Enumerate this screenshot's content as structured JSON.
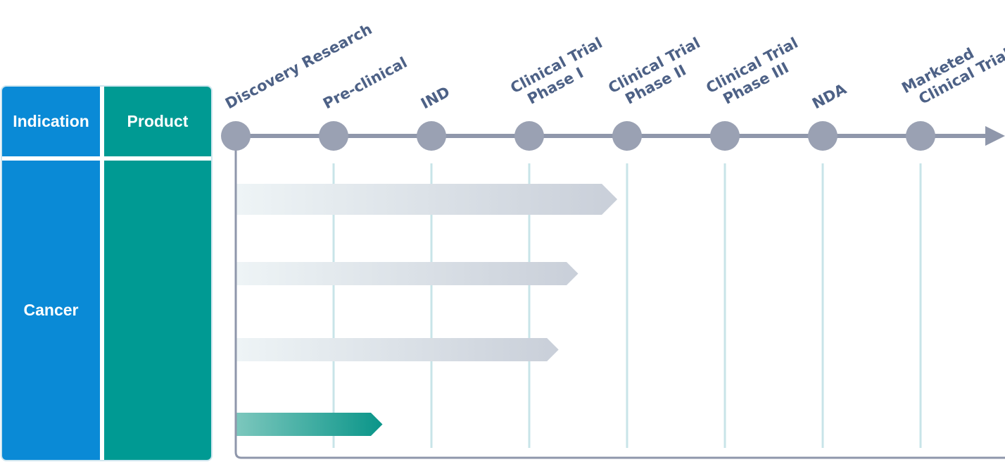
{
  "table": {
    "indication_header": "Indication",
    "product_header": "Product",
    "indication_value": "Cancer",
    "product_value": ""
  },
  "stages": [
    {
      "lines": [
        "Discovery Research"
      ]
    },
    {
      "lines": [
        "Pre-clinical"
      ]
    },
    {
      "lines": [
        "IND"
      ]
    },
    {
      "lines": [
        "Clinical Trial",
        "Phase I"
      ]
    },
    {
      "lines": [
        "Clinical Trial",
        "Phase II"
      ]
    },
    {
      "lines": [
        "Clinical Trial",
        "Phase III"
      ]
    },
    {
      "lines": [
        "NDA"
      ]
    },
    {
      "lines": [
        "Marketed",
        "Clinical Trial"
      ]
    }
  ],
  "progress_bars": [
    {
      "progress_stage": 3.9,
      "style": "gray"
    },
    {
      "progress_stage": 3.5,
      "style": "gray"
    },
    {
      "progress_stage": 3.3,
      "style": "gray"
    },
    {
      "progress_stage": 1.5,
      "style": "teal"
    }
  ],
  "colors": {
    "indication_bg": "#0a8ad6",
    "product_bg": "#009a93",
    "timeline": "#8f97ab",
    "node": "#9aa1b3",
    "gridline": "#c8e4e8",
    "bar_gray_start": "#eef4f6",
    "bar_gray_end": "#c9cfd9",
    "bar_teal_start": "#7cc7bd",
    "bar_teal_end": "#0a9589",
    "label": "#4d6186"
  }
}
